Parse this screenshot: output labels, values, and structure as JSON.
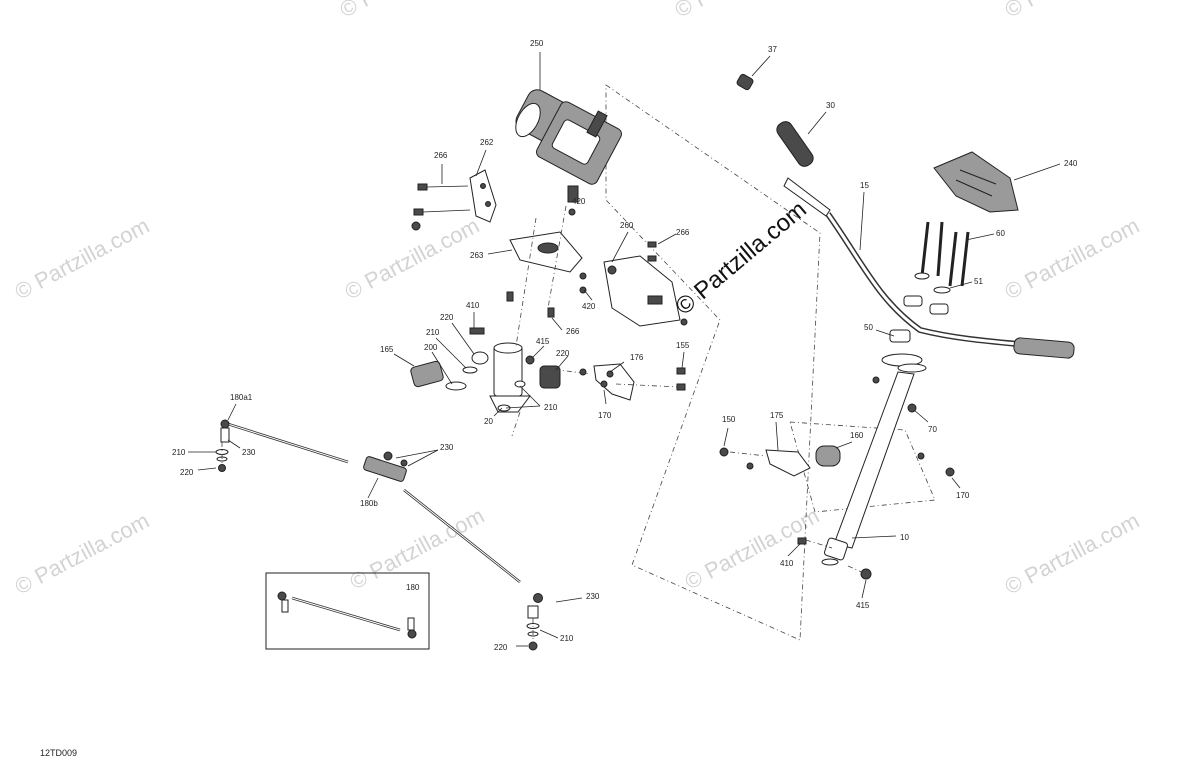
{
  "diagram_ref": "12TD009",
  "watermark": {
    "main": "© Partzilla.com",
    "repeat": "© Partzilla.com"
  },
  "callouts": [
    {
      "id": "c250",
      "text": "250"
    },
    {
      "id": "c262",
      "text": "262"
    },
    {
      "id": "c266a",
      "text": "266"
    },
    {
      "id": "c420a",
      "text": "420"
    },
    {
      "id": "c260",
      "text": "260"
    },
    {
      "id": "c266b",
      "text": "266"
    },
    {
      "id": "c263",
      "text": "263"
    },
    {
      "id": "c420b",
      "text": "420"
    },
    {
      "id": "c266c",
      "text": "266"
    },
    {
      "id": "c410a",
      "text": "410"
    },
    {
      "id": "c220a",
      "text": "220"
    },
    {
      "id": "c210a",
      "text": "210"
    },
    {
      "id": "c200",
      "text": "200"
    },
    {
      "id": "c165",
      "text": "165"
    },
    {
      "id": "c415a",
      "text": "415"
    },
    {
      "id": "c220b",
      "text": "220"
    },
    {
      "id": "c176",
      "text": "176"
    },
    {
      "id": "c155",
      "text": "155"
    },
    {
      "id": "c210b",
      "text": "210"
    },
    {
      "id": "c20",
      "text": "20"
    },
    {
      "id": "c170a",
      "text": "170"
    },
    {
      "id": "c180a1",
      "text": "180a1"
    },
    {
      "id": "c210c",
      "text": "210"
    },
    {
      "id": "c230a",
      "text": "230"
    },
    {
      "id": "c220c",
      "text": "220"
    },
    {
      "id": "c230b",
      "text": "230"
    },
    {
      "id": "c180b",
      "text": "180b"
    },
    {
      "id": "c180",
      "text": "180"
    },
    {
      "id": "c230c",
      "text": "230"
    },
    {
      "id": "c210d",
      "text": "210"
    },
    {
      "id": "c220d",
      "text": "220"
    },
    {
      "id": "c37",
      "text": "37"
    },
    {
      "id": "c30",
      "text": "30"
    },
    {
      "id": "c240",
      "text": "240"
    },
    {
      "id": "c15",
      "text": "15"
    },
    {
      "id": "c60",
      "text": "60"
    },
    {
      "id": "c51",
      "text": "51"
    },
    {
      "id": "c50",
      "text": "50"
    },
    {
      "id": "c70",
      "text": "70"
    },
    {
      "id": "c150",
      "text": "150"
    },
    {
      "id": "c175",
      "text": "175"
    },
    {
      "id": "c160",
      "text": "160"
    },
    {
      "id": "c170b",
      "text": "170"
    },
    {
      "id": "c10",
      "text": "10"
    },
    {
      "id": "c410b",
      "text": "410"
    },
    {
      "id": "c415b",
      "text": "415"
    }
  ]
}
